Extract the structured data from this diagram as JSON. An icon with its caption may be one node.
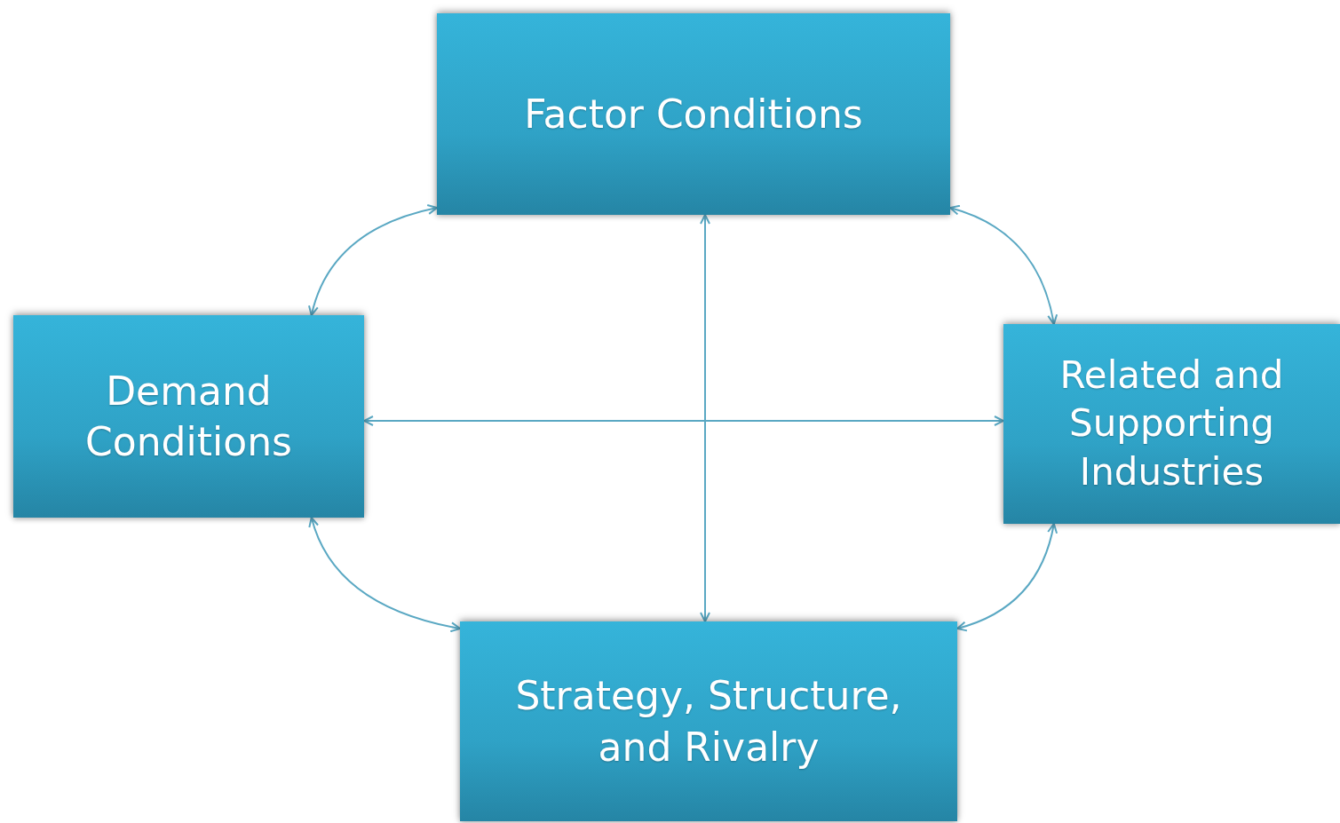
{
  "diagram": {
    "nodes": [
      {
        "text": [
          "Factor Conditions"
        ]
      },
      {
        "text": [
          "Demand Conditions"
        ]
      },
      {
        "text": [
          "Related and Supporting Industries"
        ]
      },
      {
        "text": [
          "Strategy, Structure, and Rivalry"
        ]
      }
    ],
    "edges": [
      {
        "from": 1,
        "to": 0,
        "arrow": "both"
      },
      {
        "from": 0,
        "to": 2,
        "arrow": "both"
      },
      {
        "from": 1,
        "to": 3,
        "arrow": "both"
      },
      {
        "from": 2,
        "to": 3,
        "arrow": "both"
      },
      {
        "from": 0,
        "to": 3,
        "arrow": "both"
      },
      {
        "from": 1,
        "to": 2,
        "arrow": "both"
      }
    ]
  }
}
